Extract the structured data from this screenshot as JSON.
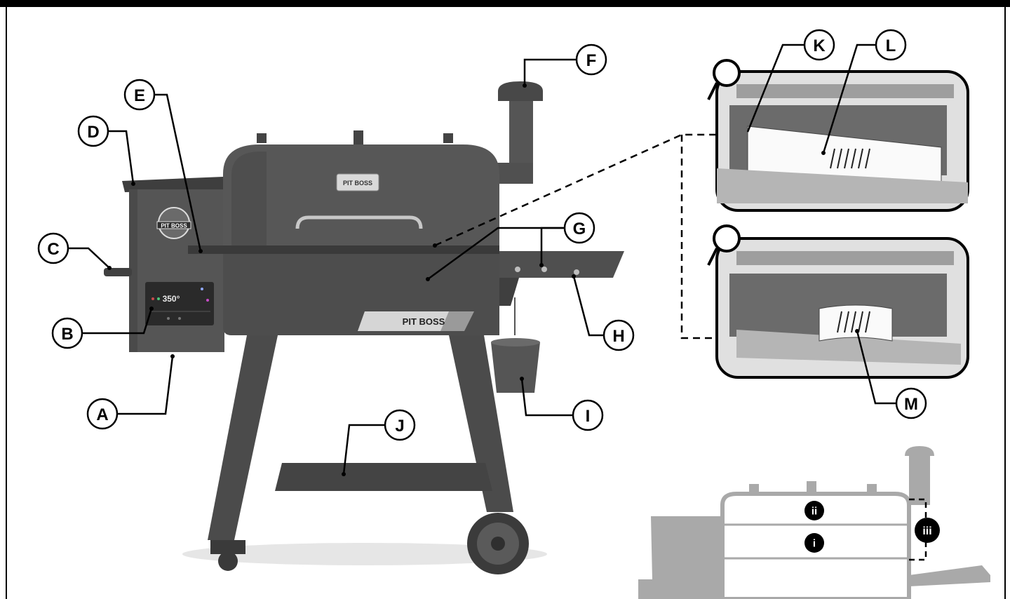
{
  "callouts": [
    {
      "id": "A",
      "letter": "A"
    },
    {
      "id": "B",
      "letter": "B"
    },
    {
      "id": "C",
      "letter": "C"
    },
    {
      "id": "D",
      "letter": "D"
    },
    {
      "id": "E",
      "letter": "E"
    },
    {
      "id": "F",
      "letter": "F"
    },
    {
      "id": "G",
      "letter": "G"
    },
    {
      "id": "H",
      "letter": "H"
    },
    {
      "id": "I",
      "letter": "I"
    },
    {
      "id": "J",
      "letter": "J"
    },
    {
      "id": "K",
      "letter": "K"
    },
    {
      "id": "L",
      "letter": "L"
    },
    {
      "id": "M",
      "letter": "M"
    }
  ],
  "grill": {
    "brand_lid": "PIT BOSS",
    "brand_front": "PIT BOSS",
    "brand_hopper": "PIT BOSS",
    "display_temp": "350°"
  },
  "rack_levels": {
    "lower": "i",
    "upper": "ii",
    "height": "iii"
  },
  "colors": {
    "grill_body": "#545454",
    "grill_dark": "#3c3c3c",
    "rack_diagram": "#a9a9a9",
    "outline": "#000000"
  }
}
